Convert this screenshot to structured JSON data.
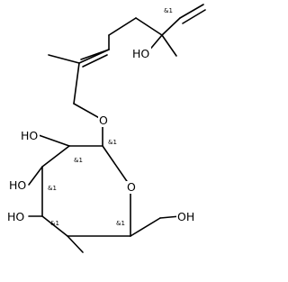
{
  "molecule": {
    "atom_labels": {
      "hydroxyl_tertiary": "HO",
      "ether_oxygen": "O",
      "hydroxyl_c2": "HO",
      "hydroxyl_c3": "HO",
      "hydroxyl_c4": "HO",
      "ring_oxygen": "O",
      "hydroxyl_c6": "OH"
    },
    "stereo_labels": {
      "tertiary_center": "&1",
      "anomeric_c1": "&1",
      "c2": "&1",
      "c3": "&1",
      "c4": "&1",
      "c5": "&1"
    },
    "colors": {
      "bond": "#000000",
      "text": "#000000",
      "background": "#ffffff"
    }
  }
}
